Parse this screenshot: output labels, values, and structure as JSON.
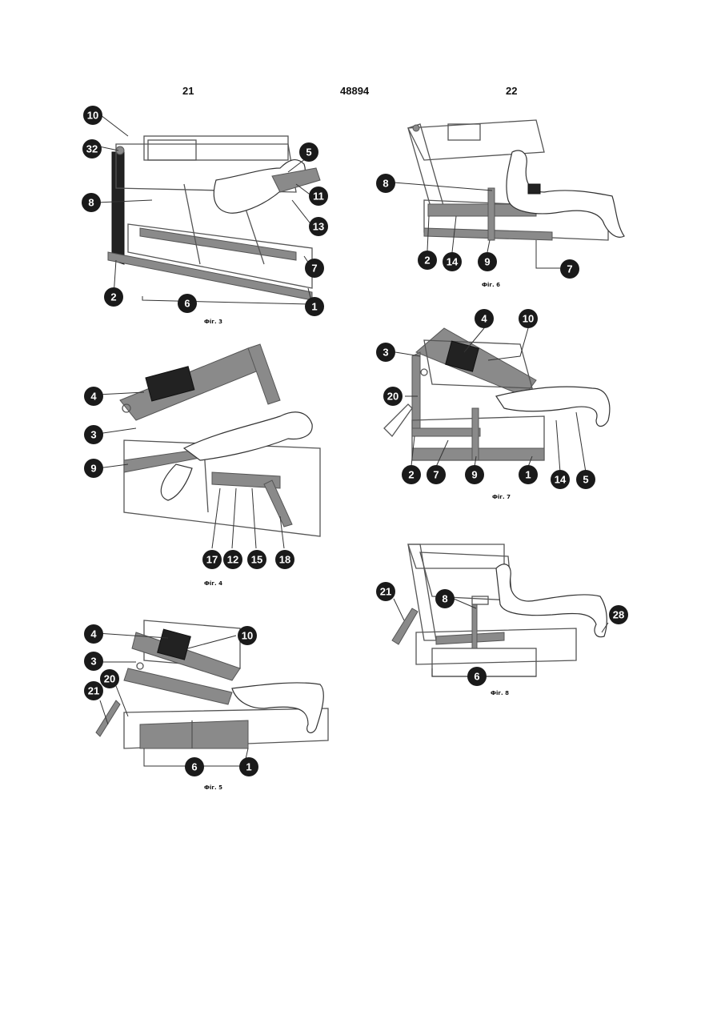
{
  "header": {
    "left": "21",
    "center": "48894",
    "right": "22"
  },
  "figures": [
    {
      "id": "fig3",
      "caption": "Фіг. 3",
      "labels": [
        "10",
        "32",
        "5",
        "8",
        "11",
        "13",
        "7",
        "2",
        "6",
        "1"
      ]
    },
    {
      "id": "fig4",
      "caption": "Фіг. 4",
      "labels": [
        "4",
        "3",
        "9",
        "17",
        "12",
        "15",
        "18"
      ]
    },
    {
      "id": "fig5",
      "caption": "Фіг. 5",
      "labels": [
        "4",
        "10",
        "3",
        "20",
        "21",
        "6",
        "1"
      ]
    },
    {
      "id": "fig6",
      "caption": "Фіг. 6",
      "labels": [
        "8",
        "2",
        "14",
        "9",
        "7"
      ]
    },
    {
      "id": "fig7",
      "caption": "Фіг. 7",
      "labels": [
        "4",
        "10",
        "3",
        "20",
        "2",
        "7",
        "9",
        "1",
        "14",
        "5"
      ]
    },
    {
      "id": "fig8",
      "caption": "Фіг. 8",
      "labels": [
        "21",
        "8",
        "28",
        "6"
      ]
    }
  ]
}
